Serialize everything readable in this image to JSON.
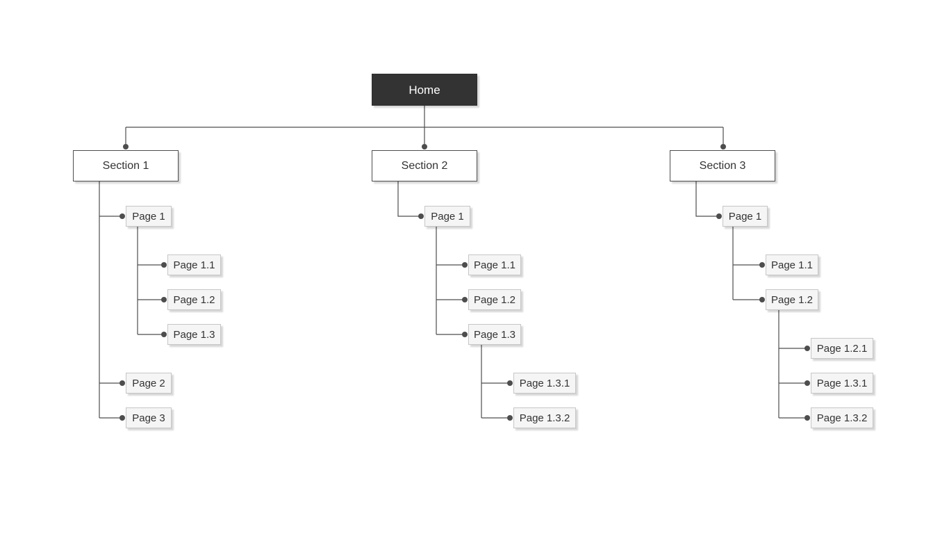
{
  "sitemap": {
    "root": {
      "label": "Home"
    },
    "sections": [
      {
        "label": "Section 1",
        "children": [
          {
            "label": "Page 1",
            "children": [
              {
                "label": "Page 1.1"
              },
              {
                "label": "Page 1.2"
              },
              {
                "label": "Page 1.3"
              }
            ]
          },
          {
            "label": "Page 2"
          },
          {
            "label": "Page 3"
          }
        ]
      },
      {
        "label": "Section 2",
        "children": [
          {
            "label": "Page 1",
            "children": [
              {
                "label": "Page 1.1"
              },
              {
                "label": "Page 1.2"
              },
              {
                "label": "Page 1.3",
                "children": [
                  {
                    "label": "Page 1.3.1"
                  },
                  {
                    "label": "Page 1.3.2"
                  }
                ]
              }
            ]
          }
        ]
      },
      {
        "label": "Section 3",
        "children": [
          {
            "label": "Page 1",
            "children": [
              {
                "label": "Page 1.1"
              },
              {
                "label": "Page 1.2",
                "children": [
                  {
                    "label": "Page 1.2.1"
                  },
                  {
                    "label": "Page 1.3.1"
                  },
                  {
                    "label": "Page 1.3.2"
                  }
                ]
              }
            ]
          }
        ]
      }
    ],
    "colors": {
      "canvas_bg": "#ffffff",
      "connector": "#4d4d4d",
      "root_fill": "#333333",
      "root_text": "#ffffff",
      "section_fill": "#ffffff",
      "section_border": "#4d4d4d",
      "page_fill": "#f5f5f5",
      "page_border": "#c6c6c6",
      "text": "#333333"
    }
  }
}
